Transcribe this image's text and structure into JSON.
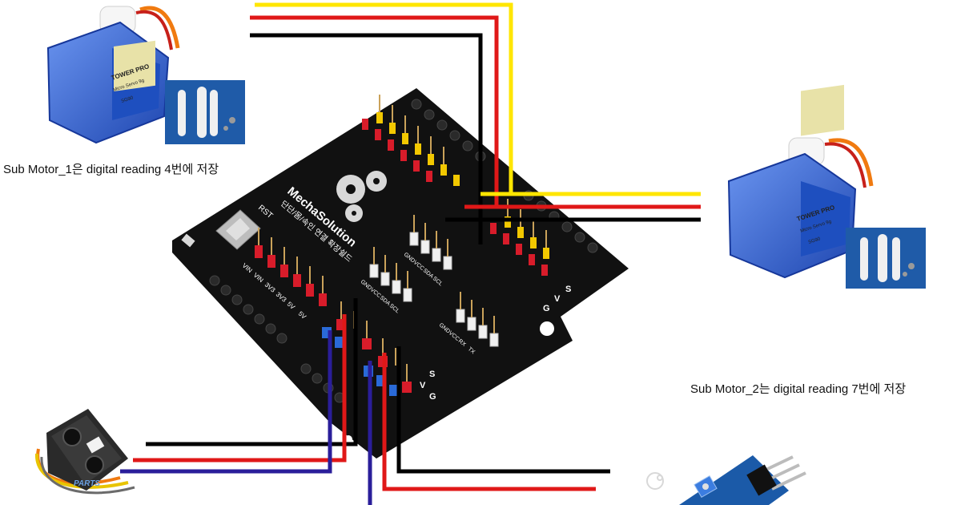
{
  "captions": {
    "motor1": "Sub Motor_1은 digital reading 4번에 저장",
    "motor2": "Sub Motor_2는 digital reading 7번에 저장"
  },
  "board": {
    "brand": "MechaSolution",
    "subtitle": "단단/몸/속인 연결 확장쉴드",
    "rst_label": "RST",
    "power_header_labels": [
      "VIN",
      "VIN",
      "3V3",
      "3V3",
      "5V",
      "5V"
    ],
    "i2c_header_1": [
      "GND",
      "VCC",
      "SDA",
      "SCL"
    ],
    "i2c_header_2": [
      "GND",
      "VCC",
      "SDA",
      "SCL"
    ],
    "uart_header": [
      "GND",
      "VCC",
      "RX",
      "TX"
    ],
    "digital_row_labels": [
      "G",
      "V",
      "S"
    ],
    "analog_row_labels": [
      "S",
      "V",
      "G"
    ]
  },
  "servo": {
    "brand": "TOWER PRO",
    "model": "Micro Servo 9g",
    "part": "SG90"
  },
  "sensor_label": "PARTS",
  "colors": {
    "signal_wire": "#ffe600",
    "power_wire": "#e01818",
    "ground_wire": "#000000",
    "analog_wire": "#2a1e9a",
    "board": "#111111",
    "servo_body": "#2f5fd0",
    "header_red": "#d81c2a",
    "header_yellow": "#f2c800",
    "header_white": "#f0f0f0",
    "header_blue": "#2a6ad8"
  }
}
